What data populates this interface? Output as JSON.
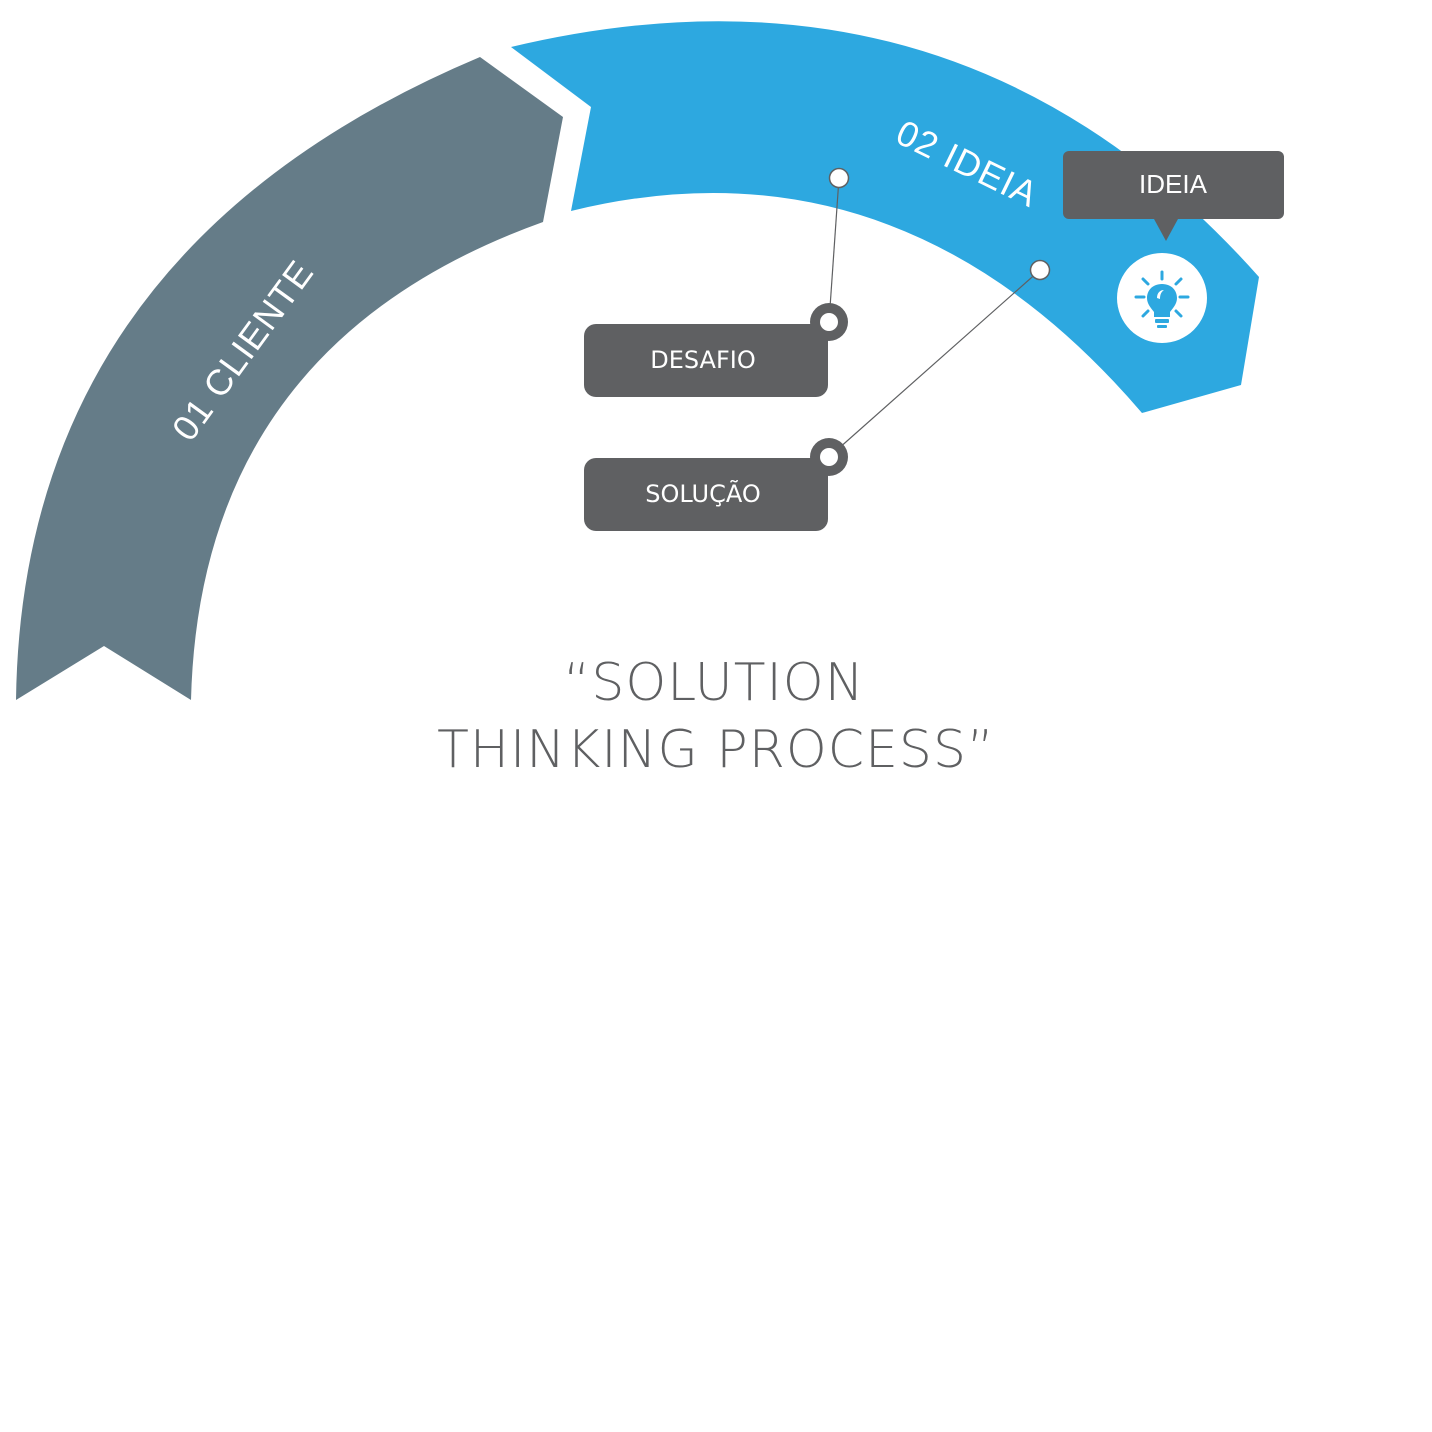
{
  "segments": [
    {
      "id": "cliente",
      "label": "01 CLIENTE",
      "color": "#657c88"
    },
    {
      "id": "ideia",
      "label": "02 IDEIA",
      "color": "#2da8e0"
    }
  ],
  "tooltip": {
    "label": "IDEIA",
    "color": "#5f6062"
  },
  "icon": {
    "name": "lightbulb-icon",
    "color": "#2da8e0"
  },
  "tags": {
    "desafio": {
      "label": "DESAFIO"
    },
    "solucao": {
      "label": "SOLUÇÃO"
    }
  },
  "title": {
    "line1": "“SOLUTION",
    "line2": "THINKING PROCESS”"
  },
  "colors": {
    "tag": "#5f6062",
    "connector": "#5f6062",
    "title": "#5f6062"
  }
}
